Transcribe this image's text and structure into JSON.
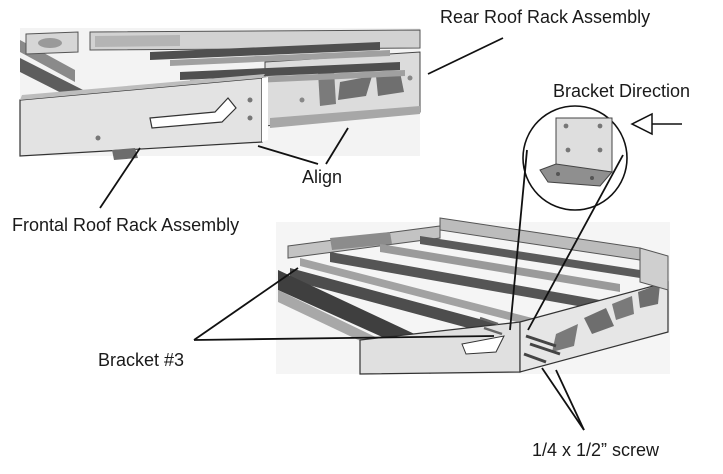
{
  "labels": {
    "rear_assembly": "Rear Roof Rack Assembly",
    "bracket_direction": "Bracket Direction",
    "align": "Align",
    "frontal_assembly": "Frontal Roof Rack Assembly",
    "bracket_3": "Bracket #3",
    "screw": "1/4 x 1/2” screw"
  },
  "colors": {
    "panel_light": "#e6e6e6",
    "panel_mid": "#c9c9c9",
    "panel_dark": "#8d8d8d",
    "bar_dark": "#5a5a5a",
    "line": "#111111"
  }
}
